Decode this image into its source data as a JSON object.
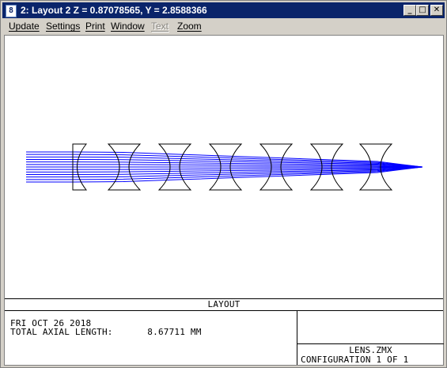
{
  "window": {
    "title": "2: Layout 2 Z = 0.87078565, Y = 2.8588366",
    "icon_glyph": "8",
    "controls": {
      "minimize_glyph": "_",
      "maximize_glyph": "□",
      "close_glyph": "✕"
    }
  },
  "menu": {
    "items": [
      {
        "label": "Update",
        "enabled": true
      },
      {
        "label": "Settings",
        "enabled": true
      },
      {
        "label": "Print",
        "enabled": true
      },
      {
        "label": "Window",
        "enabled": true
      },
      {
        "label": "Text",
        "enabled": false
      },
      {
        "label": "Zoom",
        "enabled": true
      }
    ]
  },
  "plot": {
    "lens_color": "#000000",
    "ray_color": "#0000ff",
    "lens_count": 7,
    "ray_count": 13
  },
  "title_block": {
    "header": "LAYOUT",
    "date": "FRI OCT 26 2018",
    "length_label": "TOTAL AXIAL LENGTH:",
    "length_value": "8.67711 MM",
    "file": "LENS.ZMX",
    "configuration": "CONFIGURATION 1 OF 1"
  }
}
